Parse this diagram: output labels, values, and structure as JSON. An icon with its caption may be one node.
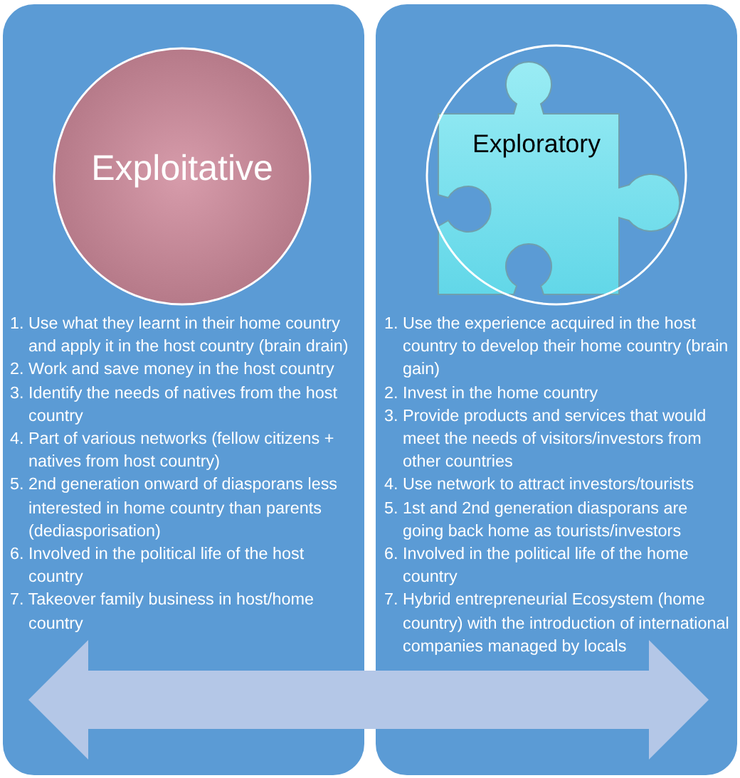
{
  "diagram": {
    "nodes": [
      {
        "text": [
          "1. Use what they learnt in their home country and apply it in the host country (brain drain)",
          "2. Work and save money in the host country",
          "3. Identify the needs of natives from the host country",
          "4. Part of various networks (fellow citizens + natives from host country)",
          "5. 2nd generation onward of diasporans less interested in home country than parents (dediasporisation)",
          "6. Involved in the political life of the host country",
          "7. Takeover family business in host/home country"
        ]
      },
      {
        "text": [
          "Exploitative"
        ],
        "in": 0
      },
      {
        "text": [
          "1. Use the experience acquired in the host country to develop their home country (brain gain)",
          "2. Invest in the home country",
          "3. Provide products and services that would meet the needs of visitors/investors from other countries",
          "4. Use network to attract investors/tourists",
          "5. 1st and 2nd generation diasporans are going back home as tourists/investors",
          "6. Involved in the political life of the home country",
          "7. Hybrid entrepreneurial Ecosystem (home country) with the introduction of international companies managed by locals"
        ]
      },
      {
        "text": [
          "Exploratory"
        ],
        "in": 2
      }
    ],
    "edges": [
      {
        "from": 0,
        "to": 2,
        "arrow": "both"
      }
    ]
  }
}
